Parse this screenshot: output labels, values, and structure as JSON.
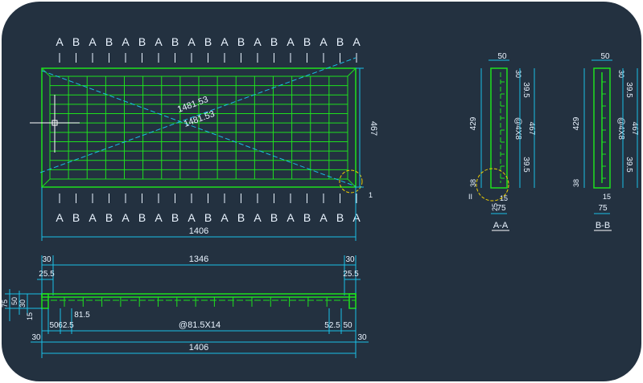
{
  "colors": {
    "background": "#233140",
    "frame": "#ffffff",
    "grid": "#1ee01e",
    "dim": "#19bfe6",
    "text": "#eaf4ff",
    "marker": "#f0d000",
    "crosshair": "#ffffff"
  },
  "plan": {
    "top_labels": [
      "A",
      "B",
      "A",
      "B",
      "A",
      "B",
      "A",
      "B",
      "A",
      "B",
      "A",
      "B",
      "A",
      "B",
      "A",
      "B",
      "A",
      "B",
      "A"
    ],
    "bottom_labels": [
      "A",
      "B",
      "A",
      "B",
      "A",
      "B",
      "A",
      "B",
      "A",
      "B",
      "A",
      "B",
      "A",
      "B",
      "A",
      "B",
      "A",
      "B",
      "A"
    ],
    "diag1": "1481.53",
    "diag2": "1481.53",
    "height": "467",
    "width": "1406",
    "corner_mark": "1"
  },
  "elevation": {
    "left_30": "30",
    "left_25": "25.5",
    "top_span": "1346",
    "right_30": "30",
    "right_25": "25.5",
    "h75": "75",
    "h50": "50",
    "h30": "30",
    "h15": "15",
    "p50": "50",
    "p62": "62.5",
    "p81": "81.5",
    "spacing": "@81.5X14",
    "p52": "52.5",
    "p50r": "50",
    "end30l": "30",
    "end30r": "30",
    "width": "1406"
  },
  "section_aa": {
    "title": "A-A",
    "top50": "50",
    "d30": "30",
    "d39a": "39.5",
    "d429": "429",
    "spacing": "@4X8",
    "d467": "467",
    "d39b": "39.5",
    "d38": "38",
    "d15": "15",
    "d25": "25",
    "d75": "75",
    "marker": "II"
  },
  "section_bb": {
    "title": "B-B",
    "top50": "50",
    "d30": "30",
    "d39a": "39.5",
    "d429": "429",
    "spacing": "@4X8",
    "d467": "467",
    "d39b": "39.5",
    "d38": "38",
    "d15": "15",
    "d75": "75"
  }
}
